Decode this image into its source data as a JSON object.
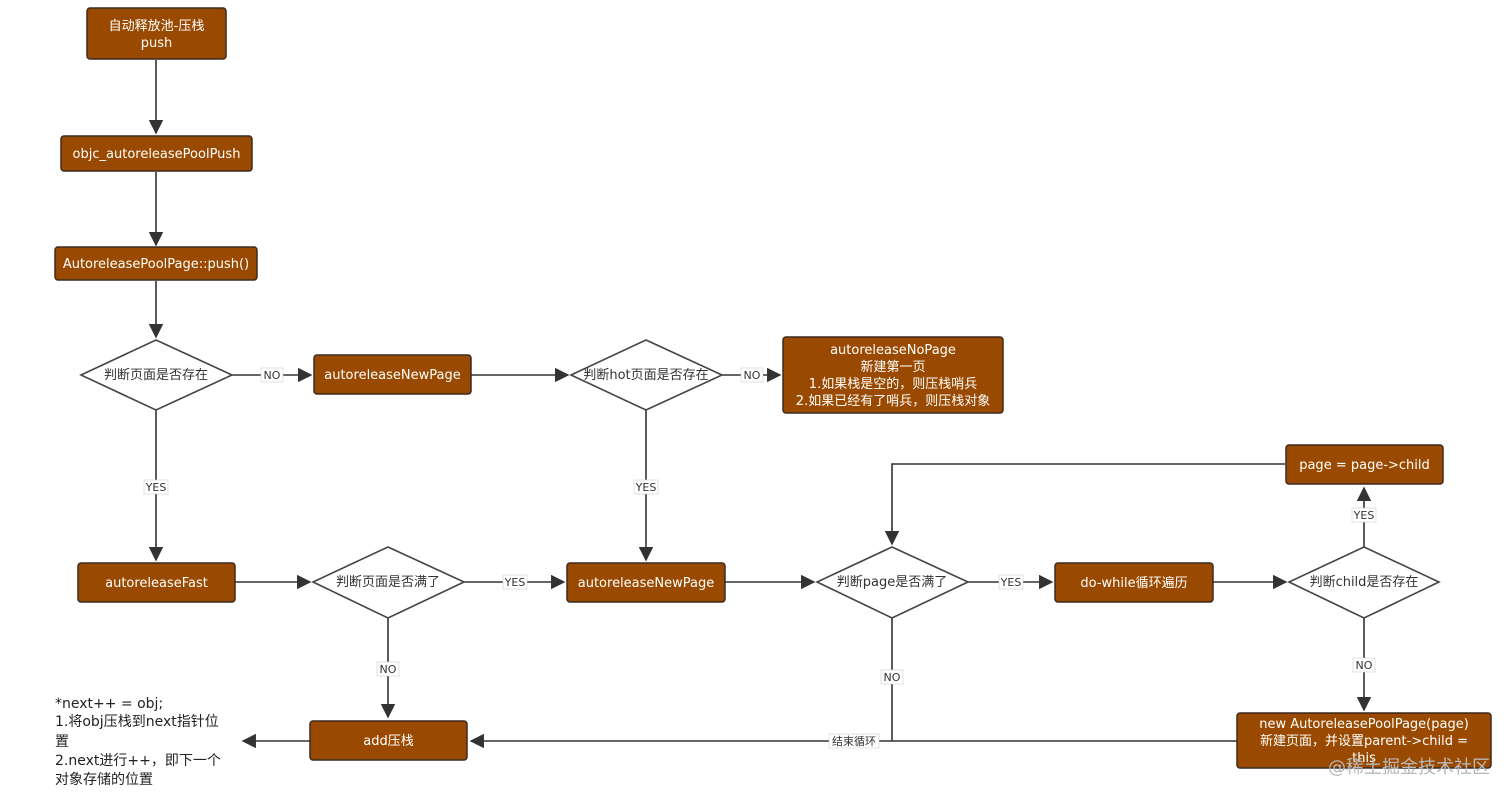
{
  "nodes": {
    "push_title": [
      "自动释放池-压栈",
      "push"
    ],
    "objc_push": [
      "objc_autoreleasePoolPush"
    ],
    "page_push": [
      "AutoreleasePoolPage::push()"
    ],
    "check_page": [
      "判断页面是否存在"
    ],
    "new_page_1": [
      "autoreleaseNewPage"
    ],
    "check_hot": [
      "判断hot页面是否存在"
    ],
    "no_page": [
      "autoreleaseNoPage",
      "新建第一页",
      "1.如果栈是空的，则压栈哨兵",
      "2.如果已经有了哨兵，则压栈对象"
    ],
    "fast": [
      "autoreleaseFast"
    ],
    "check_full": [
      "判断页面是否满了"
    ],
    "new_page_2": [
      "autoreleaseNewPage"
    ],
    "check_page_full": [
      "判断page是否满了"
    ],
    "do_while": [
      "do-while循环遍历"
    ],
    "check_child": [
      "判断child是否存在"
    ],
    "page_child": [
      "page = page->child"
    ],
    "new_pool_page": [
      "new AutoreleasePoolPage(page)",
      "新建页面，并设置parent->child =",
      "this"
    ],
    "add_push": [
      "add压栈"
    ]
  },
  "edge_labels": {
    "no": "NO",
    "yes": "YES",
    "end_loop": "结束循环"
  },
  "note": [
    "*next++ = obj;",
    "1.将obj压栈到next指针位",
    "置",
    "2.next进行++，即下一个",
    "对象存储的位置"
  ],
  "watermark": "@稀土掘金技术社区",
  "colors": {
    "box_fill": "#9a4a00",
    "box_stroke": "#3a2a20",
    "text_on_box": "#ffffff",
    "edge": "#333333"
  }
}
